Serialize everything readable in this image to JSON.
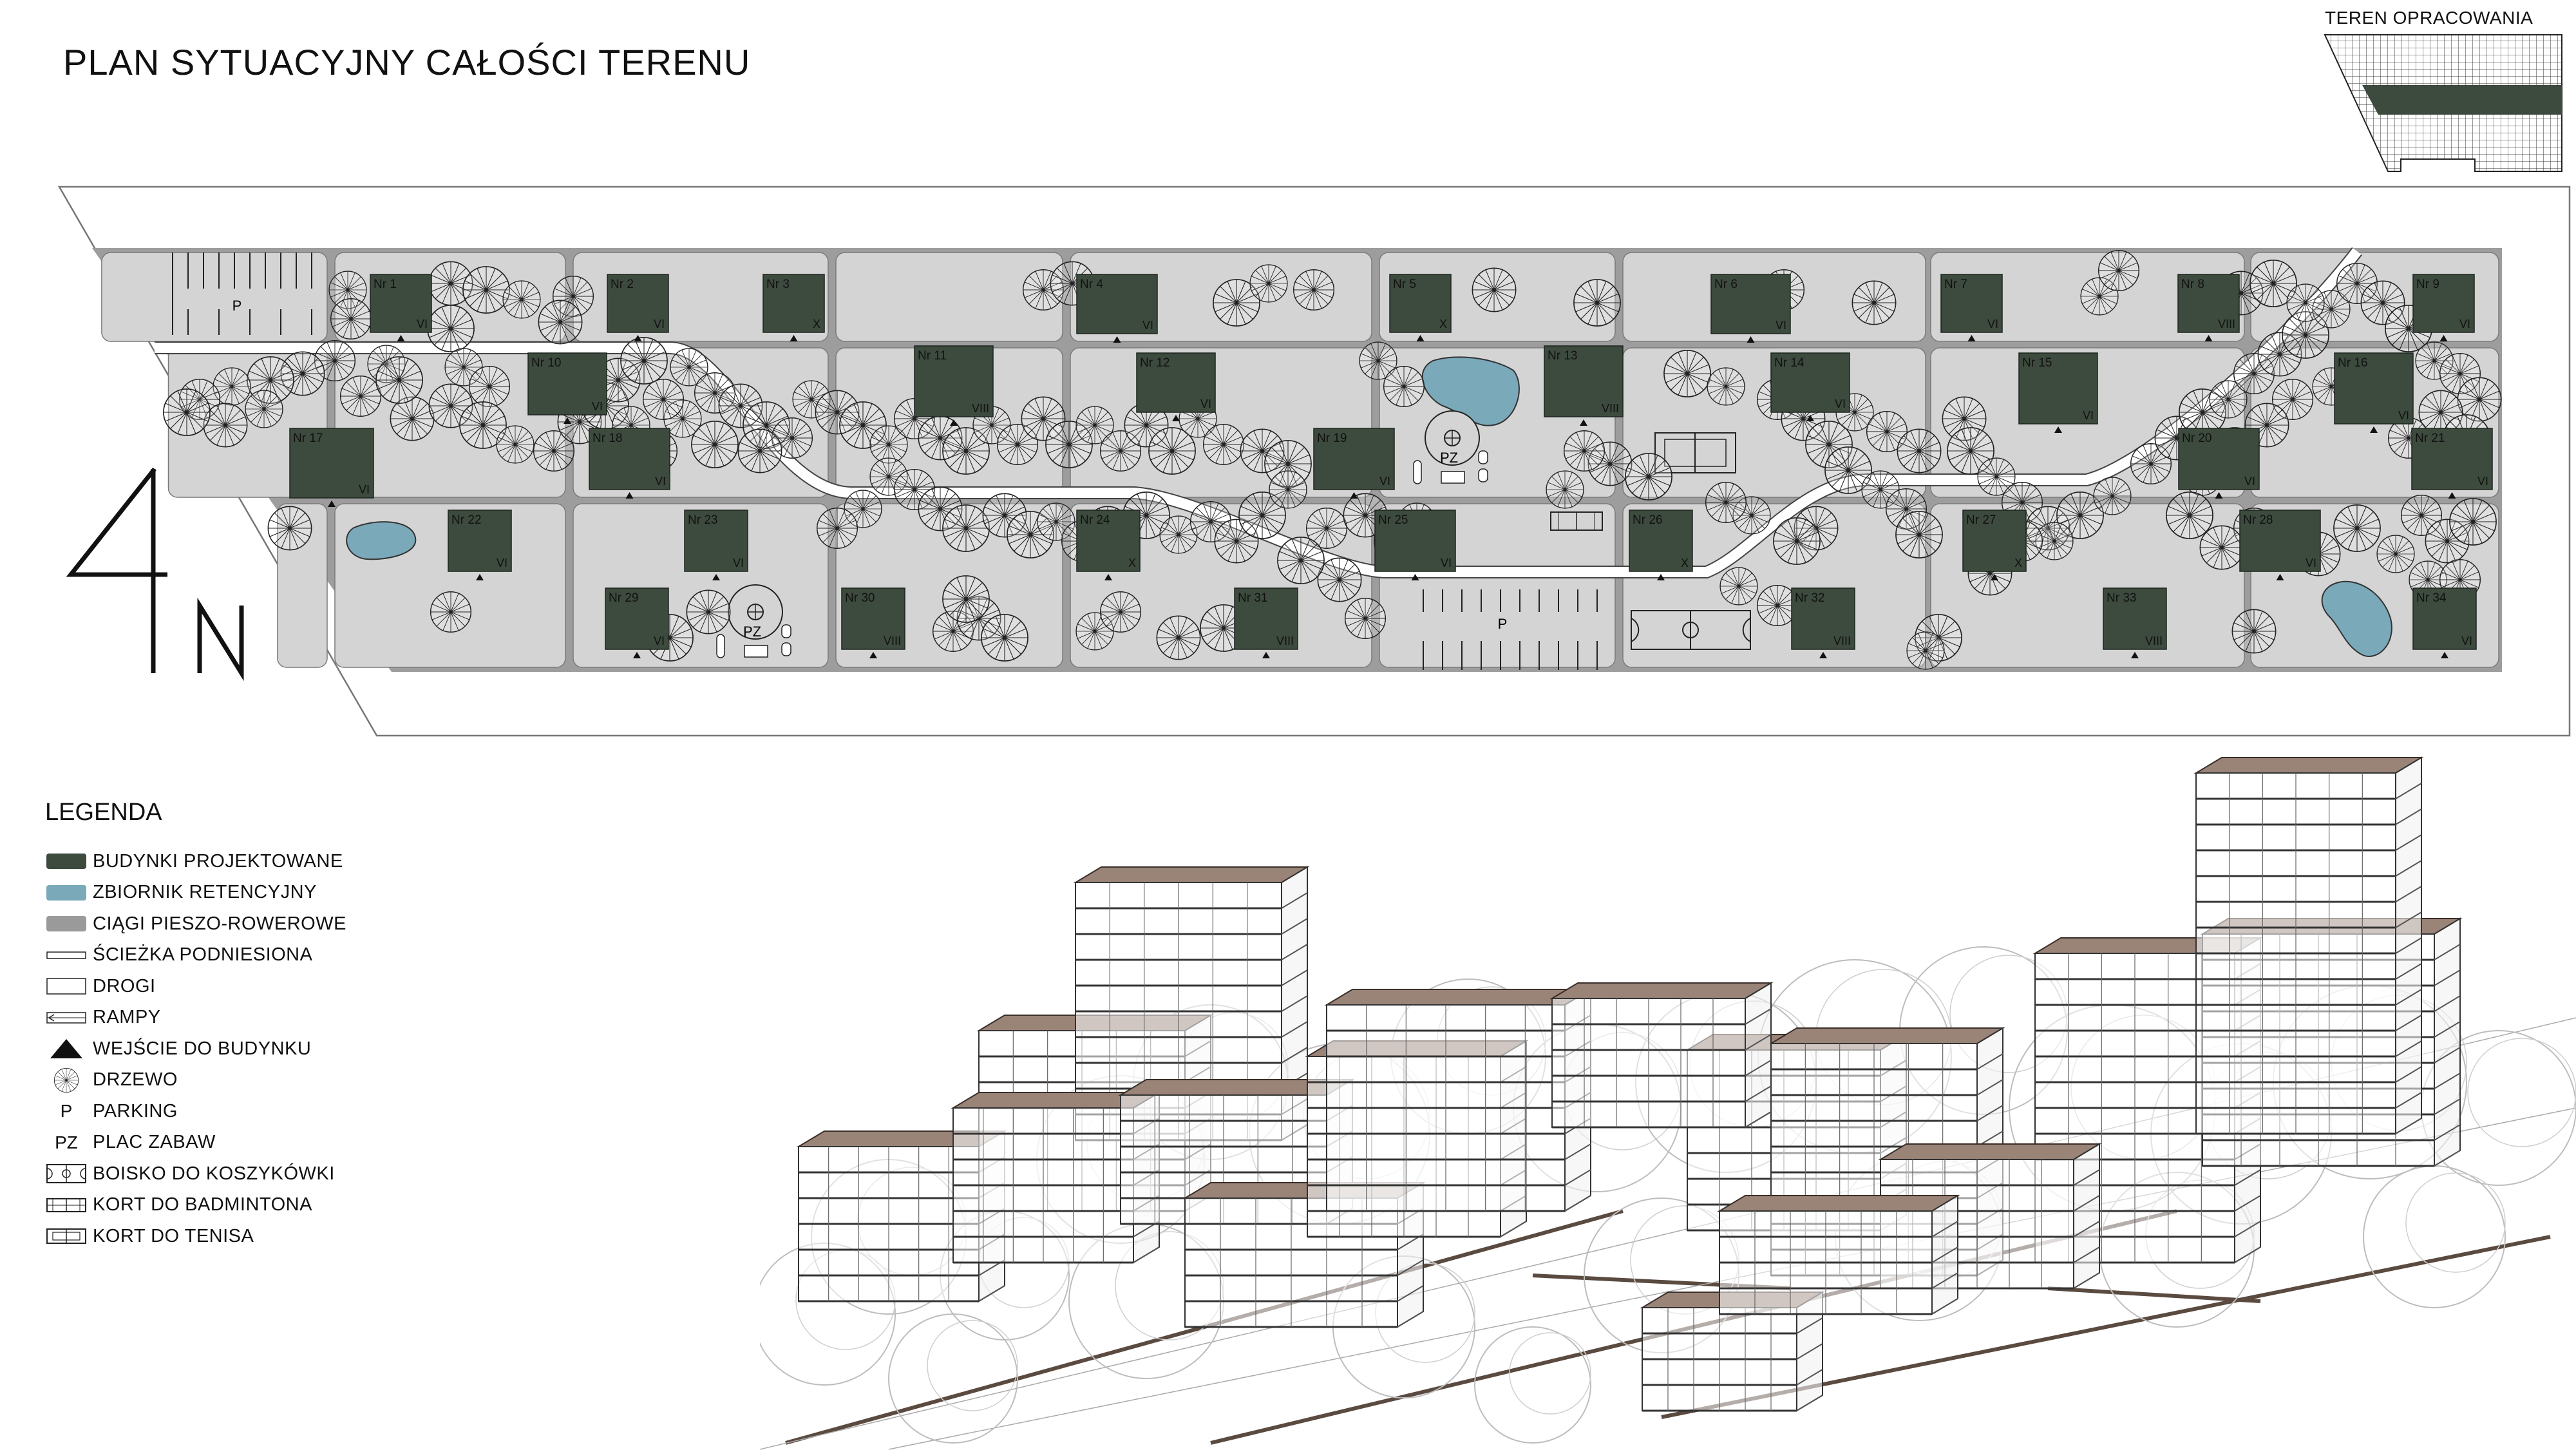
{
  "page_title": "PLAN SYTUACYJNY CAŁOŚCI TERENU",
  "locator_title": "TEREN OPRACOWANIA",
  "north_arrow": {
    "number": "4",
    "letter": "N"
  },
  "colors": {
    "building": "#3d4a3e",
    "retention": "#7aa9ba",
    "path": "#9a9a9a",
    "block": "#d4d4d4",
    "axonometric_roof": "#9a8478"
  },
  "legend": {
    "title": "LEGENDA",
    "items": [
      {
        "symbol": "building-swatch",
        "label": "BUDYNKI PROJEKTOWANE"
      },
      {
        "symbol": "retention-swatch",
        "label": "ZBIORNIK RETENCYJNY"
      },
      {
        "symbol": "path-swatch",
        "label": "CIĄGI PIESZO-ROWEROWE"
      },
      {
        "symbol": "raised-path-swatch",
        "label": "ŚCIEŻKA PODNIESIONA"
      },
      {
        "symbol": "road-swatch",
        "label": "DROGI"
      },
      {
        "symbol": "ramp-symbol",
        "label": "RAMPY"
      },
      {
        "symbol": "entrance-triangle",
        "label": "WEJŚCIE DO BUDYNKU"
      },
      {
        "symbol": "tree-symbol",
        "label": "DRZEWO"
      },
      {
        "symbol": "P",
        "label": "PARKING"
      },
      {
        "symbol": "PZ",
        "label": "PLAC ZABAW"
      },
      {
        "symbol": "basketball-court",
        "label": "BOISKO DO KOSZYKÓWKI"
      },
      {
        "symbol": "badminton-court",
        "label": "KORT DO BADMINTONA"
      },
      {
        "symbol": "tennis-court",
        "label": "KORT DO TENISA"
      }
    ]
  },
  "map_labels": {
    "parking": "P",
    "playground": "PZ"
  },
  "buildings": [
    {
      "id": "Nr 1",
      "floors": "VI"
    },
    {
      "id": "Nr 2",
      "floors": "VI"
    },
    {
      "id": "Nr 3",
      "floors": "X"
    },
    {
      "id": "Nr 4",
      "floors": "VI"
    },
    {
      "id": "Nr 5",
      "floors": "X"
    },
    {
      "id": "Nr 6",
      "floors": "VI"
    },
    {
      "id": "Nr 7",
      "floors": "VI"
    },
    {
      "id": "Nr 8",
      "floors": "VIII"
    },
    {
      "id": "Nr 9",
      "floors": "VI"
    },
    {
      "id": "Nr 10",
      "floors": "VI"
    },
    {
      "id": "Nr 11",
      "floors": "VIII"
    },
    {
      "id": "Nr 12",
      "floors": "VI"
    },
    {
      "id": "Nr 13",
      "floors": "VIII"
    },
    {
      "id": "Nr 14",
      "floors": "VI"
    },
    {
      "id": "Nr 15",
      "floors": "VI"
    },
    {
      "id": "Nr 16",
      "floors": "VI"
    },
    {
      "id": "Nr 17",
      "floors": "VI"
    },
    {
      "id": "Nr 18",
      "floors": "VI"
    },
    {
      "id": "Nr 19",
      "floors": "VI"
    },
    {
      "id": "Nr 20",
      "floors": "VI"
    },
    {
      "id": "Nr 21",
      "floors": "VI"
    },
    {
      "id": "Nr 22",
      "floors": "VI"
    },
    {
      "id": "Nr 23",
      "floors": "VI"
    },
    {
      "id": "Nr 24",
      "floors": "X"
    },
    {
      "id": "Nr 25",
      "floors": "VI"
    },
    {
      "id": "Nr 26",
      "floors": "X"
    },
    {
      "id": "Nr 27",
      "floors": "X"
    },
    {
      "id": "Nr 28",
      "floors": "VI"
    },
    {
      "id": "Nr 29",
      "floors": "VI"
    },
    {
      "id": "Nr 30",
      "floors": "VIII"
    },
    {
      "id": "Nr 31",
      "floors": "VIII"
    },
    {
      "id": "Nr 32",
      "floors": "VIII"
    },
    {
      "id": "Nr 33",
      "floors": "VIII"
    },
    {
      "id": "Nr 34",
      "floors": "VI"
    }
  ]
}
